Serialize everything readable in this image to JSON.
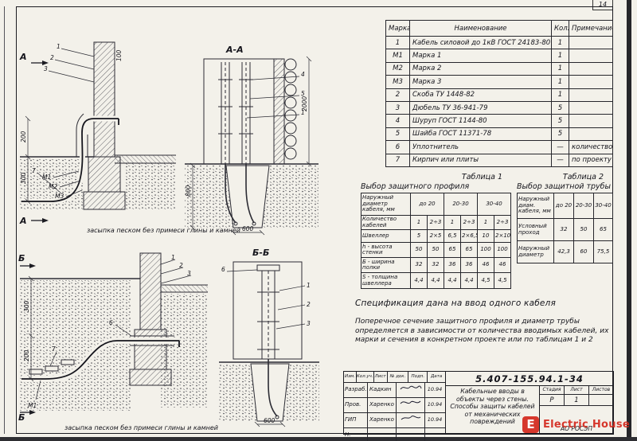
{
  "page": {
    "corner_number": "14"
  },
  "logo": {
    "letter": "E",
    "text": "Electric House",
    "color": "#d42a1e"
  },
  "spec": {
    "headers": {
      "mark": "Марка поз.",
      "name": "Наименование",
      "qty": "Кол.",
      "note": "Примечание"
    },
    "rows": [
      {
        "mark": "1",
        "name": "Кабель силовой до 1кВ ГОСТ 24183-80",
        "qty": "1",
        "note": ""
      },
      {
        "mark": "М1",
        "name": "Марка 1",
        "qty": "1",
        "note": ""
      },
      {
        "mark": "М2",
        "name": "Марка 2",
        "qty": "1",
        "note": ""
      },
      {
        "mark": "М3",
        "name": "Марка 3",
        "qty": "1",
        "note": ""
      },
      {
        "mark": "2",
        "name": "Скоба ТУ 1448-82",
        "qty": "1",
        "note": ""
      },
      {
        "mark": "3",
        "name": "Дюбель ТУ 36-941-79",
        "qty": "5",
        "note": ""
      },
      {
        "mark": "4",
        "name": "Шуруп ГОСТ 1144-80",
        "qty": "5",
        "note": ""
      },
      {
        "mark": "5",
        "name": "Шайба ГОСТ 11371-78",
        "qty": "5",
        "note": ""
      },
      {
        "mark": "6",
        "name": "Уплотнитель",
        "qty": "—",
        "note": "количество"
      },
      {
        "mark": "7",
        "name": "Кирпич или плиты",
        "qty": "—",
        "note": "по проекту"
      }
    ]
  },
  "table1": {
    "caption": "Таблица 1",
    "title": "Выбор защитного профиля",
    "row_diam_label": "Наружный диаметр кабеля, мм",
    "diam_groups": [
      "до 20",
      "20-30",
      "30-40"
    ],
    "row_count_label": "Количество кабелей",
    "counts": [
      "1",
      "2÷3",
      "1",
      "2÷3",
      "1",
      "2÷3"
    ],
    "rows": [
      {
        "label": "Швеллер",
        "values": [
          "5",
          "2×5",
          "6,5",
          "2×6,5",
          "10",
          "2×10"
        ]
      },
      {
        "label": "h - высота стенки",
        "values": [
          "50",
          "50",
          "65",
          "65",
          "100",
          "100"
        ]
      },
      {
        "label": "Б - ширина полки",
        "values": [
          "32",
          "32",
          "36",
          "36",
          "46",
          "46"
        ]
      },
      {
        "label": "S - толщина швеллера",
        "values": [
          "4,4",
          "4,4",
          "4,4",
          "4,4",
          "4,5",
          "4,5"
        ]
      }
    ]
  },
  "table2": {
    "caption": "Таблица 2",
    "title": "Выбор защитной трубы",
    "row_diam_label": "Наружный диам. кабеля, мм",
    "diam_groups": [
      "до 20",
      "20-30",
      "30-40"
    ],
    "rows": [
      {
        "label": "Условный проход",
        "values": [
          "32",
          "50",
          "65"
        ]
      },
      {
        "label": "Наружный диаметр",
        "values": [
          "42,3",
          "60",
          "75,5"
        ]
      }
    ]
  },
  "notes": {
    "spec_note": "Спецификация дана на ввод одного кабеля",
    "selection_note": "Поперечное сечение защитного профиля и диаметр трубы определяется в зависимости от количества вводимых кабелей, их марки и сечения в конкретном проекте или по таблицам 1 и 2"
  },
  "title_block": {
    "doc_number": "5.407-155.94.1-34",
    "title": "Кабельные вводы в объекты через стены. Способы защиты кабелей от механических повреждений",
    "stage_label": "Стадия",
    "sheet_label": "Лист",
    "sheets_label": "Листов",
    "stage": "Р",
    "sheet": "1",
    "sheets": "",
    "org": "АО РОСЭП",
    "header_cells": [
      "Изм.",
      "Кол.уч.",
      "Лист",
      "№ док.",
      "Подп.",
      "Дата"
    ],
    "sig_rows": [
      {
        "role": "Разраб.",
        "name": "Кадкин",
        "date": "10.94"
      },
      {
        "role": "Пров.",
        "name": "Харенко",
        "date": "10.94"
      },
      {
        "role": "ГИП",
        "name": "Харенко",
        "date": "10.94"
      },
      {
        "role": "Н. контр.",
        "name": "",
        "date": ""
      }
    ]
  },
  "drawings": {
    "view_a": "А",
    "view_b": "Б",
    "section_aa": "А-А",
    "section_bb": "Б-Б",
    "caption_a": "засыпка песком без примеси глины и камней",
    "caption_b": "засыпка песком без примеси глины и камней",
    "callouts": {
      "c1": "1",
      "c2": "2",
      "c3": "3",
      "c4": "4",
      "c5": "5",
      "c6": "6",
      "c7": "7",
      "m1": "М1",
      "m2": "М2",
      "m3": "М3"
    },
    "dims": {
      "d100": "100",
      "d200": "200",
      "d300": "300",
      "d600": "600",
      "d800": "800",
      "d2000": "2000"
    }
  }
}
